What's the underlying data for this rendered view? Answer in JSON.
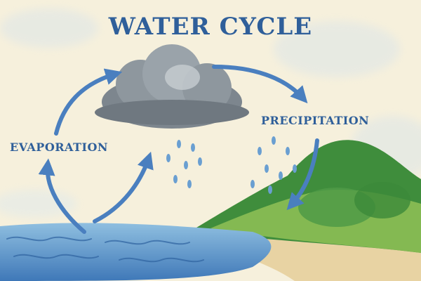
{
  "diagram": {
    "title": "WATER CYCLE",
    "labels": {
      "evaporation": "EVAPORATION",
      "precipitation": "PRECIPITATION"
    }
  },
  "colors": {
    "background": "#f6f0dc",
    "text": "#2f5f9a",
    "arrow": "#4a7fbf",
    "cloud": "#8b949c",
    "cloud_shadow": "#6f7880",
    "water": "#4a86c2",
    "water_light": "#8fbfe0",
    "sand": "#e7cf9c",
    "hill_dark": "#3f8d3c",
    "hill_light": "#9cc85a",
    "rain": "#6a9fd1"
  },
  "icons": [
    "cloud-icon",
    "raindrop-icon",
    "arrow-icon",
    "hill-icon",
    "ocean-icon"
  ]
}
